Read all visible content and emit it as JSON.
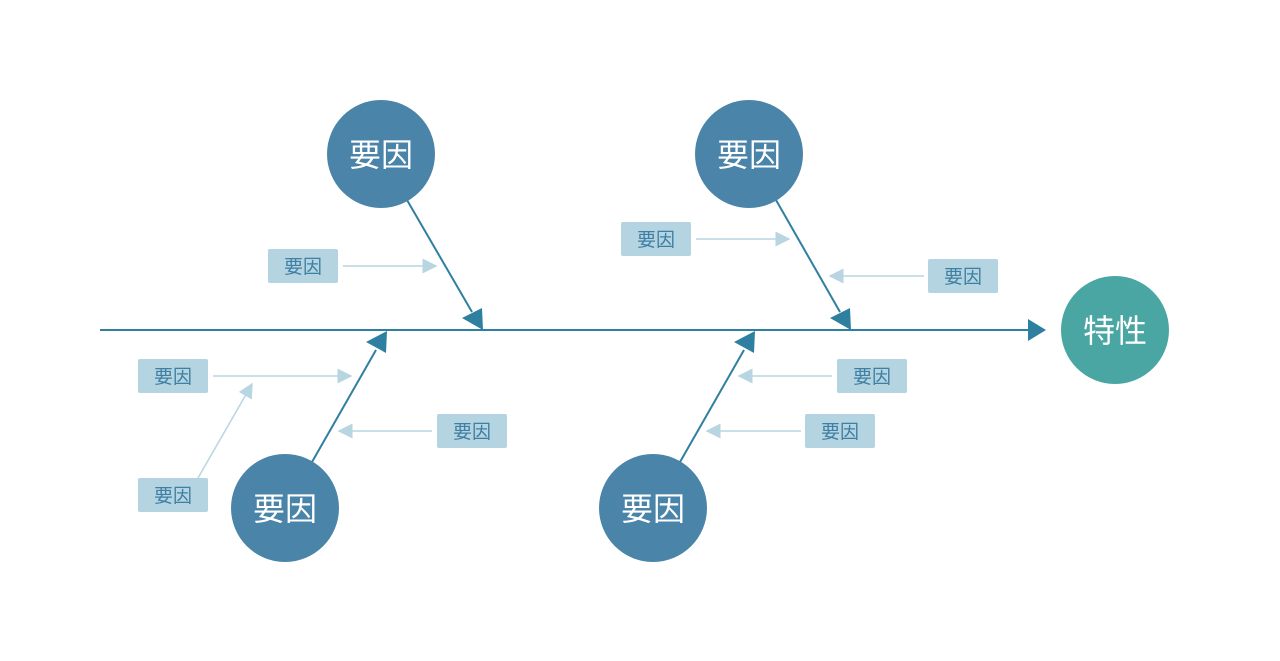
{
  "diagram": {
    "effect": {
      "label": "特性",
      "color": "#4aa6a2"
    },
    "main_causes": [
      {
        "id": "top-left",
        "label": "要因"
      },
      {
        "id": "top-right",
        "label": "要因"
      },
      {
        "id": "bottom-left",
        "label": "要因"
      },
      {
        "id": "bottom-right",
        "label": "要因"
      }
    ],
    "sub_causes": [
      {
        "id": "tl-1",
        "label": "要因"
      },
      {
        "id": "tr-1",
        "label": "要因"
      },
      {
        "id": "tr-2",
        "label": "要因"
      },
      {
        "id": "bl-1",
        "label": "要因"
      },
      {
        "id": "bl-2",
        "label": "要因"
      },
      {
        "id": "bl-3",
        "label": "要因"
      },
      {
        "id": "br-1",
        "label": "要因"
      },
      {
        "id": "br-2",
        "label": "要因"
      }
    ],
    "colors": {
      "spine": "#2e7fa0",
      "cause_circle": "#4a84a8",
      "sub_box": "#b3d4e0",
      "sub_text": "#3f7fa3",
      "sub_arrow": "#b8d5e2"
    }
  }
}
